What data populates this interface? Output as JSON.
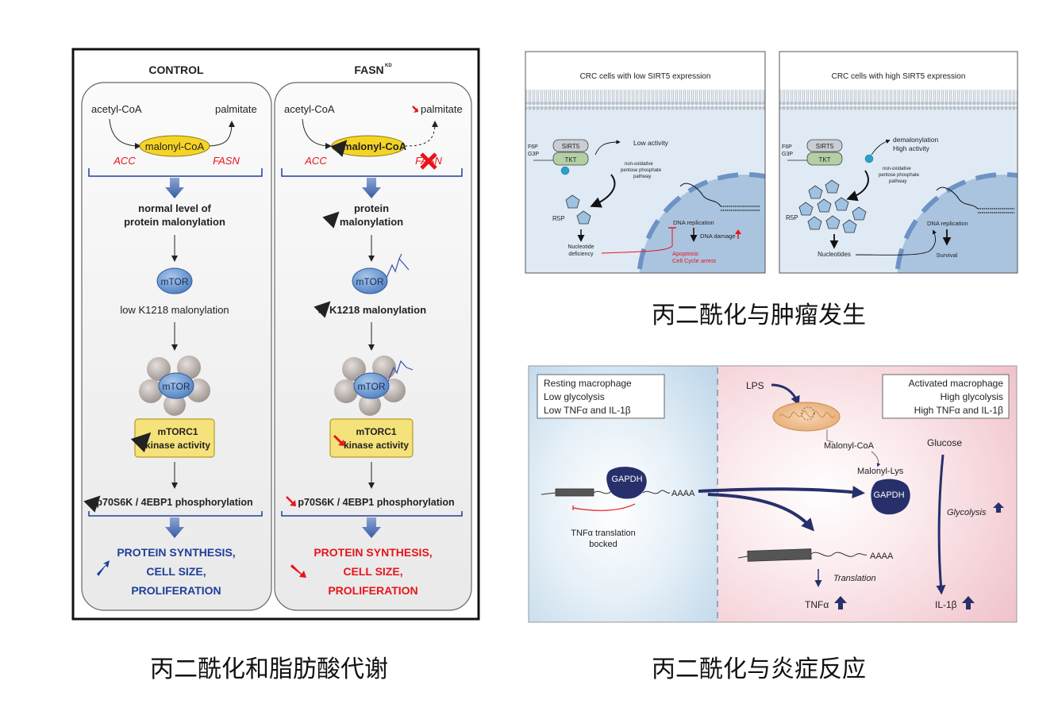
{
  "captions": {
    "left": "丙二酰化和脂肪酸代谢",
    "top_right": "丙二酰化与肿瘤发生",
    "bottom_right": "丙二酰化与炎症反应"
  },
  "fasn_panel": {
    "control_title": "CONTROL",
    "fasn_title": "FASN",
    "fasn_superscript": "KD",
    "acetyl_coa": "acetyl-CoA",
    "palmitate": "palmitate",
    "malonyl_coa": "malonyl-CoA",
    "acc": "ACC",
    "fasn_enzyme": "FASN",
    "control_malonylation_l1": "normal level of",
    "control_malonylation_l2": "protein malonylation",
    "kd_malonylation_l1": "protein",
    "kd_malonylation_l2": "malonylation",
    "mtor": "mTOR",
    "control_k1218": "low K1218 malonylation",
    "kd_k1218": "K1218 malonylation",
    "mtorc1_l1": "mTORC1",
    "mtorc1_l2": "kinase activity",
    "phospho": "p70S6K / 4EBP1 phosphorylation",
    "outcome_l1": "PROTEIN SYNTHESIS,",
    "outcome_l2": "CELL SIZE,",
    "outcome_l3": "PROLIFERATION"
  },
  "sirt5_panel": {
    "low_title": "CRC cells with low SIRT5 expression",
    "high_title": "CRC cells with high SIRT5 expression",
    "f6p": "F6P",
    "g3p": "G3P",
    "sirt5": "SIRT5",
    "tkt": "TKT",
    "low_activity": "Low activity",
    "demalonylation": "demalonylation",
    "high_activity": "High activity",
    "ppp_l1": "non-oxidative",
    "ppp_l2": "pentose phosphate",
    "ppp_l3": "pathway",
    "r5p": "R5P",
    "nucleotide_def_l1": "Nucleotide",
    "nucleotide_def_l2": "deficiency",
    "nucleotides": "Nucleotides",
    "dna_replication": "DNA replication",
    "dna_damage": "DNA damage",
    "apoptosis": "Apoptosis",
    "cell_cycle_arrest": "Cell Cycle arrest",
    "survival": "Survival"
  },
  "macrophage_panel": {
    "resting_l1": "Resting macrophage",
    "resting_l2": "Low glycolysis",
    "resting_l3": "Low TNFα and IL-1β",
    "activated_l1": "Activated macrophage",
    "activated_l2": "High glycolysis",
    "activated_l3": "High TNFα and IL-1β",
    "lps": "LPS",
    "malonyl_coa": "Malonyl-CoA",
    "malonyl_lys": "Malonyl-Lys",
    "glucose": "Glucose",
    "gapdh": "GAPDH",
    "aaaa": "AAAA",
    "tnf_blocked_l1": "TNFα translation",
    "tnf_blocked_l2": "bocked",
    "glycolysis": "Glycolysis",
    "translation": "Translation",
    "tnf": "TNFα",
    "il1b": "IL-1β"
  },
  "colors": {
    "control_blue": "#1f3f99",
    "kd_red": "#e8141b",
    "arrow_blue": "#3a5aa6",
    "gapdh_navy": "#27306b",
    "resting_bg": "#d7e8f3",
    "activated_bg": "#f7dbe0"
  }
}
